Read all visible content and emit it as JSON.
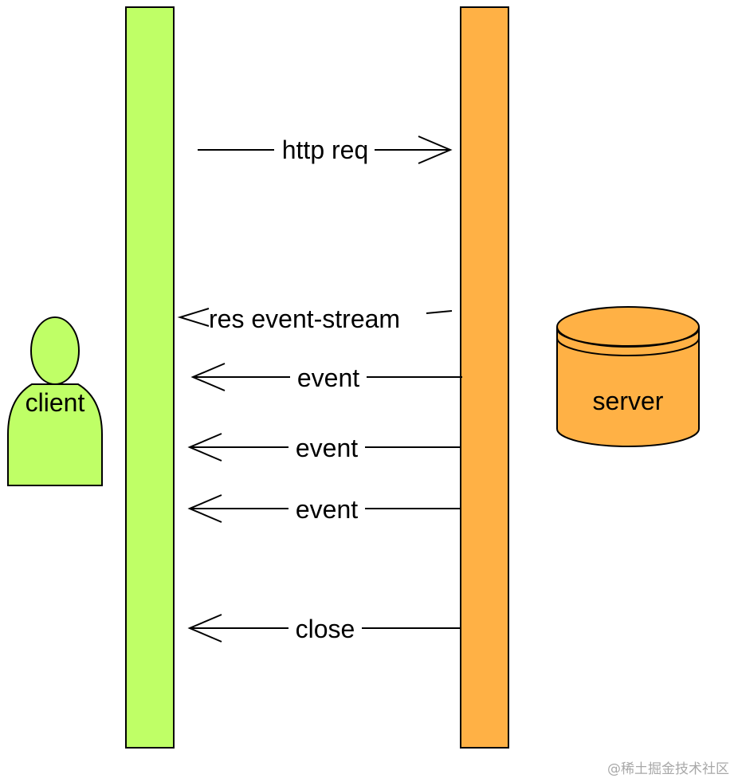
{
  "diagram": {
    "colors": {
      "client": "#bfff66",
      "server": "#ffb145",
      "stroke": "#000000"
    },
    "actors": {
      "client_label": "client",
      "server_label": "server"
    },
    "messages": [
      {
        "label": "http req",
        "direction": "client-to-server"
      },
      {
        "label": "res event-stream",
        "direction": "server-to-client"
      },
      {
        "label": "event",
        "direction": "server-to-client"
      },
      {
        "label": "event",
        "direction": "server-to-client"
      },
      {
        "label": "event",
        "direction": "server-to-client"
      },
      {
        "label": "close",
        "direction": "server-to-client"
      }
    ]
  },
  "watermark": "@稀土掘金技术社区"
}
